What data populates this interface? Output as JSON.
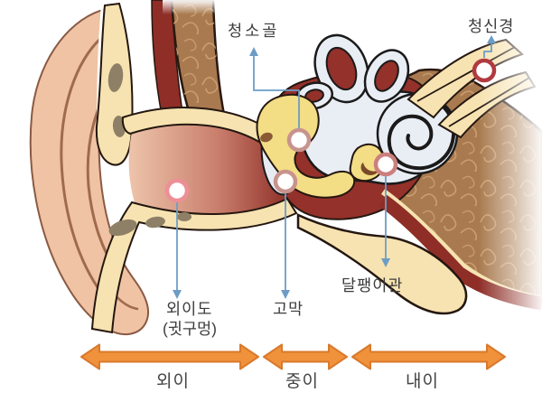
{
  "callouts": {
    "ossicles": "청소골",
    "auditory_nerve": "청신경",
    "ear_canal": "외이도",
    "ear_canal_sub": "(귓구멍)",
    "eardrum": "고막",
    "cochlea": "달팽이관"
  },
  "regions": {
    "outer_ear": "외이",
    "middle_ear": "중이",
    "inner_ear": "내이"
  },
  "colors": {
    "skin": "#EFC3A3",
    "cartilage_cream": "#F7E3B1",
    "bone_brown": "#A97A4F",
    "bone_swirl": "#D2A877",
    "cavity_red": "#93312A",
    "ossicle_yellow": "#F3DD85",
    "labyrinth_white": "#E9EDF4",
    "eardrum_white": "#E7ECF2",
    "marker_ring_rose": "#D8848A",
    "marker_ring_red": "#B13A40",
    "leader_blue": "#6D9DC5",
    "arrow_orange": "#F0913B",
    "arrow_orange_border": "#D9792B",
    "label_text": "#3C3C3C"
  }
}
